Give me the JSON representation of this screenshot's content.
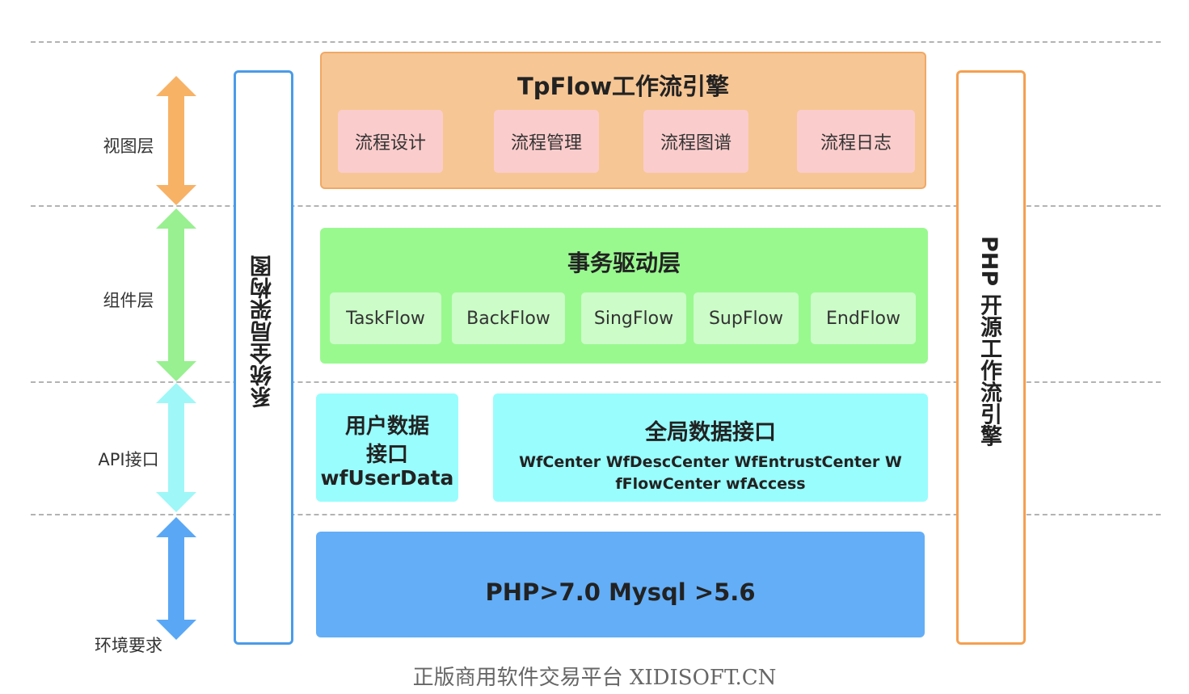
{
  "layers": [
    {
      "label": "视图层",
      "color": "#f7b266"
    },
    {
      "label": "组件层",
      "color": "#98f090"
    },
    {
      "label": "API接口",
      "color": "#9ff7f7"
    },
    {
      "label": "环境要求",
      "color": "#5aa7f5"
    }
  ],
  "left_panel": {
    "title": "系统全局架构图",
    "border": "#4a9be8"
  },
  "right_panel": {
    "title": "PHP 开源工作流引擎",
    "border": "#f5a050"
  },
  "view_layer": {
    "title": "TpFlow工作流引擎",
    "items": [
      "流程设计",
      "流程管理",
      "流程图谱",
      "流程日志"
    ],
    "bg": "#f6c694",
    "item_bg": "#fbcccc"
  },
  "component_layer": {
    "title": "事务驱动层",
    "items": [
      "TaskFlow",
      "BackFlow",
      "SingFlow",
      "SupFlow",
      "EndFlow"
    ],
    "bg": "#99f98f",
    "item_bg": "#ccfcc8"
  },
  "api_layer": {
    "user_box": {
      "line1": "用户数据",
      "line2": "接口",
      "line3": "wfUserData"
    },
    "global_box": {
      "title": "全局数据接口",
      "line1": "WfCenter WfDescCenter WfEntrustCenter W",
      "line2": "fFlowCenter wfAccess"
    },
    "bg": "#99fdfd"
  },
  "env_layer": {
    "text": "PHP>7.0 Mysql >5.6",
    "bg": "#63aef7"
  },
  "footer": "正版商用软件交易平台 XIDISOFT.CN"
}
